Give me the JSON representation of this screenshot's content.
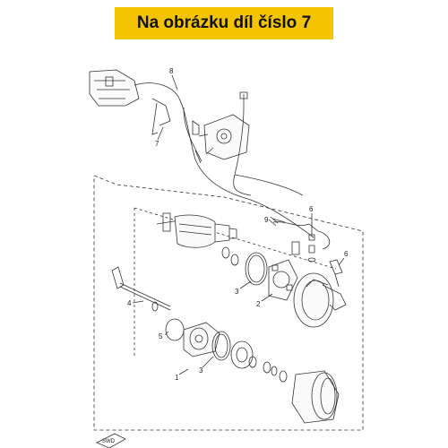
{
  "banner": {
    "text": "Na obrázku díl číslo 7",
    "background_color": "#f5c400"
  },
  "diagram": {
    "part_labels": [
      "8",
      "7",
      "9",
      "6",
      "6",
      "3",
      "2",
      "4",
      "5",
      "3",
      "1"
    ],
    "corner_mark": "SWD"
  }
}
